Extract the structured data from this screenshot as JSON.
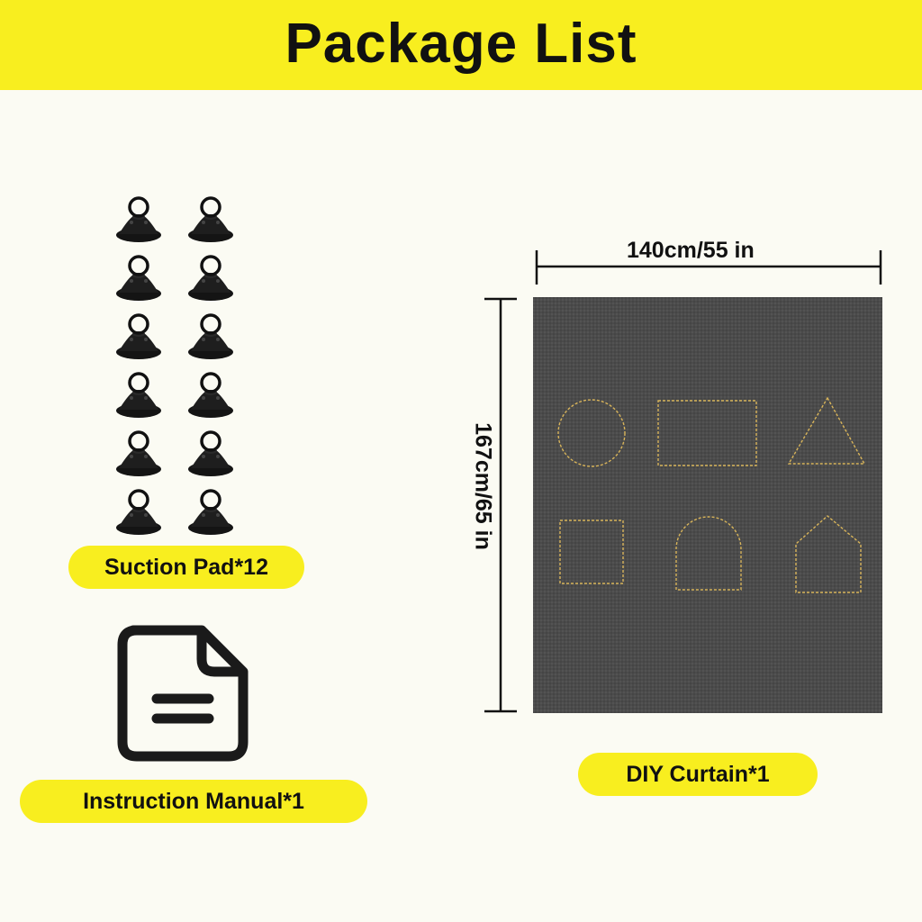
{
  "header": {
    "title": "Package List"
  },
  "items": {
    "suction_pad": {
      "label": "Suction Pad*12",
      "count": 12,
      "icon": "suction-cup-icon"
    },
    "manual": {
      "label": "Instruction Manual*1",
      "icon": "document-icon"
    },
    "curtain": {
      "label": "DIY Curtain*1",
      "width_label": "140cm/55 in",
      "height_label": "167cm/65 in",
      "shapes": [
        "circle",
        "rectangle",
        "triangle",
        "square",
        "arch",
        "house"
      ]
    }
  },
  "colors": {
    "accent": "#f8ee1f",
    "background": "#fbfbf3",
    "curtain": "#4a4a4a",
    "stitch": "#d8b45a",
    "ink": "#111111"
  }
}
